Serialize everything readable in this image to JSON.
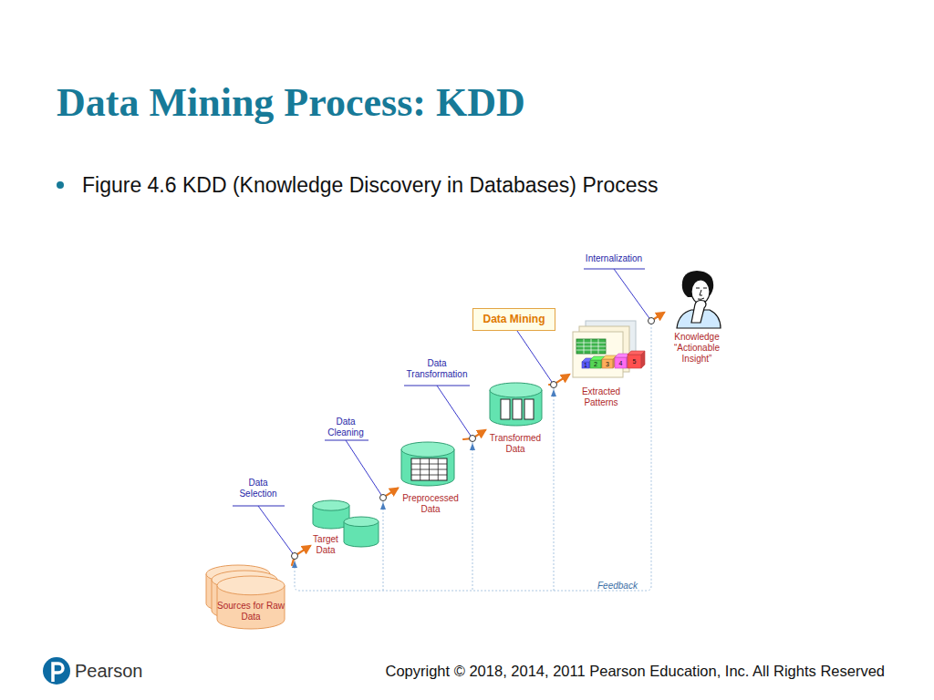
{
  "diagram": {
    "title": "Data Mining Process: KDD",
    "caption": "Figure 4.6 KDD (Knowledge Discovery in Databases) Process",
    "nodes": [
      {
        "text": [
          "Sources for Raw Data"
        ]
      },
      {
        "text": [
          "Target Data"
        ]
      },
      {
        "text": [
          "Preprocessed Data"
        ]
      },
      {
        "text": [
          "Transformed Data"
        ]
      },
      {
        "text": [
          "Data Mining"
        ]
      },
      {
        "text": [
          "Extracted Patterns"
        ]
      },
      {
        "text": [
          "Knowledge “Actionable Insight”"
        ]
      }
    ],
    "edges": [
      {
        "from": 0,
        "to": 1,
        "arrow": "to"
      },
      {
        "from": 1,
        "to": 2,
        "arrow": "to"
      },
      {
        "from": 2,
        "to": 3,
        "arrow": "to"
      },
      {
        "from": 3,
        "to": 5,
        "arrow": "to"
      },
      {
        "from": 5,
        "to": 6,
        "arrow": "to"
      }
    ],
    "labels": [
      "Data Selection",
      "Data Cleaning",
      "Data Transformation",
      "Internalization",
      "1",
      "2",
      "3",
      "4",
      "5",
      "Feedback",
      "Pearson",
      "Copyright © 2018, 2014, 2011 Pearson Education, Inc. All Rights Reserved"
    ]
  }
}
